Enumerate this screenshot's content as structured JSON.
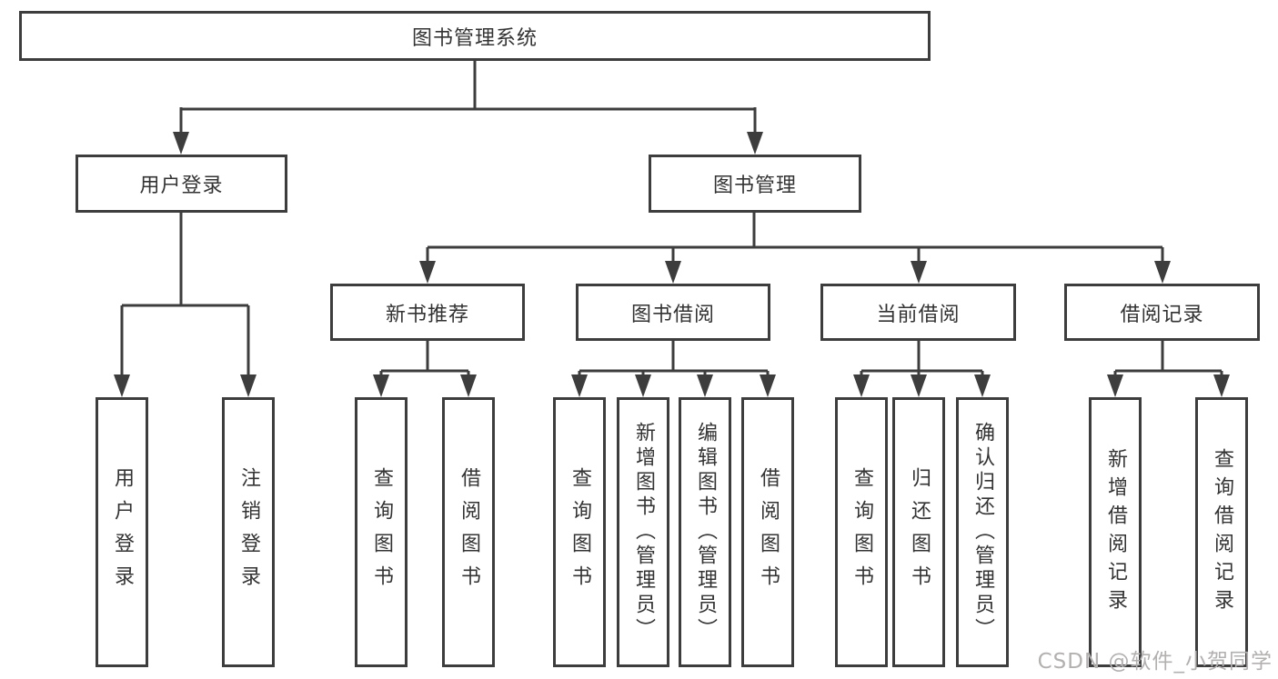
{
  "diagram": {
    "title": "图书管理系统",
    "branches": [
      {
        "label": "用户登录",
        "leaves": [
          "用户登录",
          "注销登录"
        ]
      },
      {
        "label": "图书管理",
        "groups": [
          {
            "label": "新书推荐",
            "leaves": [
              "查询图书",
              "借阅图书"
            ]
          },
          {
            "label": "图书借阅",
            "leaves": [
              "查询图书",
              "新增图书（管理员）",
              "编辑图书（管理员）",
              "借阅图书"
            ]
          },
          {
            "label": "当前借阅",
            "leaves": [
              "查询图书",
              "归还图书",
              "确认归还（管理员）"
            ]
          },
          {
            "label": "借阅记录",
            "leaves": [
              "新增借阅记录",
              "查询借阅记录"
            ]
          }
        ]
      }
    ]
  },
  "watermark": "CSDN @软件_小贺同学",
  "colors": {
    "line": "#3d3d3d",
    "text": "#333333",
    "watermark": "#b3b0b0",
    "background": "#ffffff"
  }
}
